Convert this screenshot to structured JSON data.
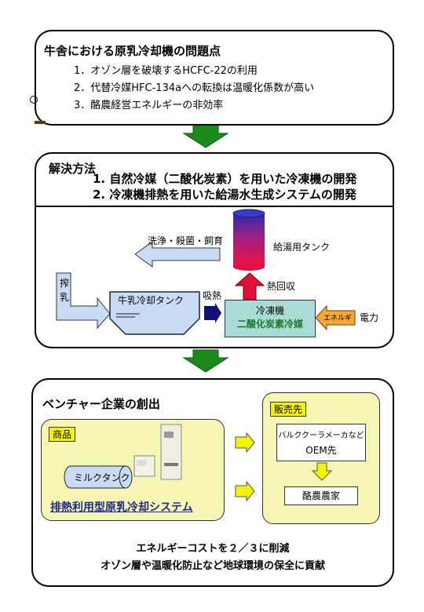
{
  "problem": {
    "title": "牛舎における原乳冷却機の問題点",
    "items": [
      "1．オゾン層を破壊するHCFC-22の利用",
      "2．代替冷媒HFC-134aへの転換は温暖化係数が高い",
      "3．酪農経営エネルギーの非効率"
    ]
  },
  "solution": {
    "title": "解決方法",
    "items": [
      "1. 自然冷媒（二酸化炭素）を用いた冷凍機の開発",
      "2. 冷凍機排熱を用いた給湯水生成システムの開発"
    ]
  },
  "diagram": {
    "wash_label": "洗浄・殺菌・飼育",
    "hot_water_tank": "給湯用タンク",
    "heat_recovery": "熱回収",
    "milking": "搾乳",
    "milk_tank": "牛乳冷却タンク",
    "heat_absorb": "吸熱",
    "freezer_title": "冷凍機",
    "freezer_sub": "二酸化炭素冷媒",
    "energy": "エネルギ",
    "power": "電力"
  },
  "venture": {
    "title": "ベンチャー企業の創出",
    "product_tag": "商品",
    "milk_tank": "ミルクタンク",
    "product_name": "排熱利用型原乳冷却システム",
    "sales_tag": "販売先",
    "customer1_line1": "バルククーラメーカなど",
    "customer1_line2": "OEM先",
    "customer2": "酪農農家",
    "outcome1": "エネルギーコストを２／３に削減",
    "outcome2": "オゾン層や温暖化防止など地球環境の保全に貢献"
  },
  "colors": {
    "green_arrow": "#1a8a1a",
    "teal_box": "#a8dcd4",
    "light_blue": "#c8dcf4",
    "yellow_panel": "#f6f6b4",
    "orange": "#f6a830",
    "yellow_arrow": "#f4f400",
    "red_tank": "#e0103a"
  }
}
